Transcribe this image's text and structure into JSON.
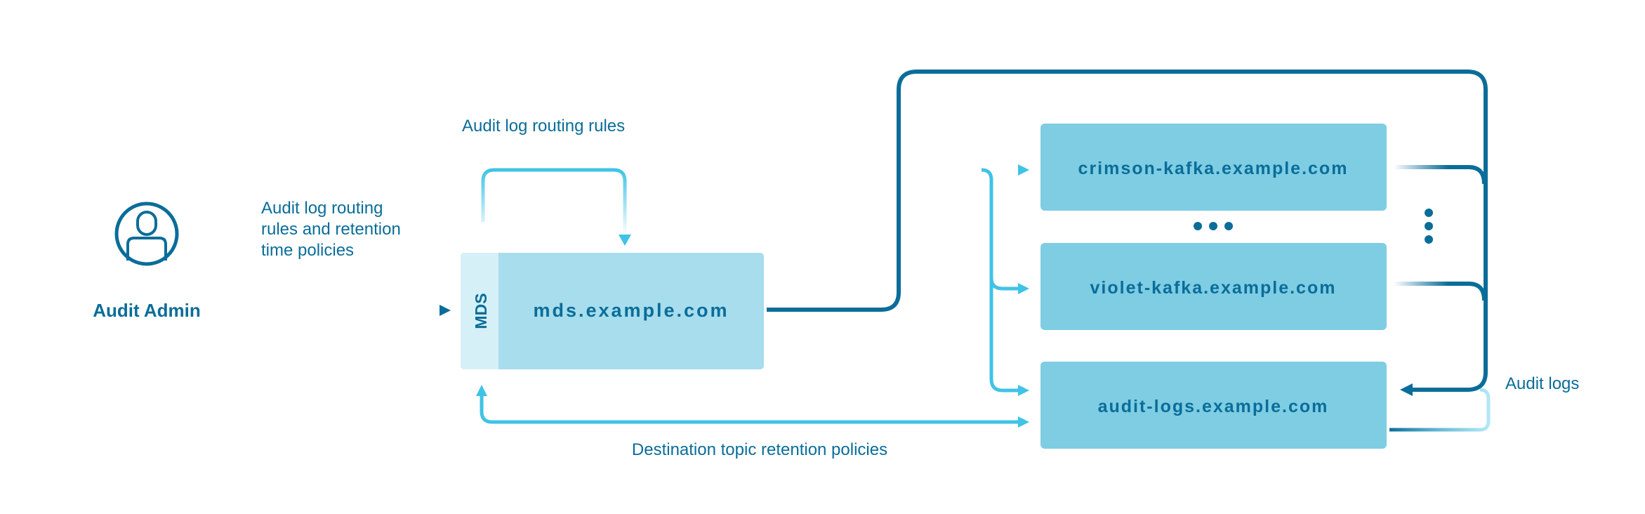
{
  "labels": {
    "admin": "Audit Admin",
    "admin_to_mds_line1": "Audit log routing",
    "admin_to_mds_line2": "rules and retention",
    "admin_to_mds_line3": "time policies",
    "routing_rules": "Audit log routing rules",
    "retention_policies": "Destination topic retention policies",
    "audit_logs": "Audit logs"
  },
  "mds": {
    "tag": "MDS",
    "host": "mds.example.com"
  },
  "clusters": {
    "crimson": "crimson-kafka.example.com",
    "violet": "violet-kafka.example.com",
    "audit": "audit-logs.example.com"
  },
  "colors": {
    "dark_blue": "#0a6d99",
    "light_blue": "#3fc3e6",
    "box_fill": "#7ecde3",
    "mds_fill": "#a7dded",
    "mds_tag_fill": "#d6f0f8",
    "text": "#0a6d99"
  },
  "icons": {
    "admin": "person-icon",
    "horizontal_ellipsis": "ellipsis-horizontal-icon",
    "vertical_ellipsis": "ellipsis-vertical-icon"
  }
}
